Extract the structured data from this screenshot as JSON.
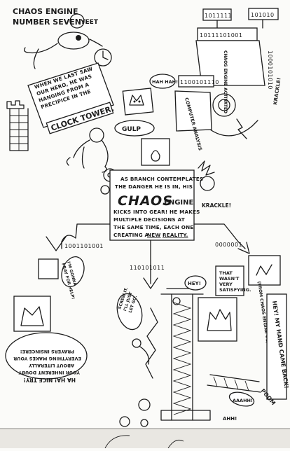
{
  "page": {
    "title_line1": "CHAOS ENGINE",
    "title_line2": "NUMBER SEVEN",
    "yeet": "YEET"
  },
  "caption_top": {
    "lines": [
      "WHEN WE LAST SAW",
      "OUR HERO, HE WAS",
      "HANGING FROM A",
      "PRECIPICE IN THE"
    ],
    "clock_tower": "CLOCK TOWER."
  },
  "sfx": {
    "gulp": "GULP",
    "krackle_right": "KRACKLE!",
    "krackle_mid": "KRACKLE!",
    "hah_hah": "HAH HAH!!"
  },
  "machine": {
    "bin_top_a": "1011111",
    "bin_top_b": "101010",
    "bin_mid": "10111101001",
    "bin_side": "1000101010",
    "bin_panel": "1100101110",
    "analysis_label": "COMPUTER ANALYSIS",
    "chaos_label": "CHAOS ENGINE ACTIVATED"
  },
  "main_caption": {
    "line1": "AS BRANCH CONTEMPLATES",
    "line2": "THE DANGER HE IS IN, HIS",
    "title_a": "CHAOS",
    "title_b": "ENGINE",
    "line3": "KICKS INTO GEAR! HE MAKES",
    "line4": "MULTIPLE DECISIONS AT",
    "line5": "THE SAME TIME, EACH ONE",
    "line6_a": "CREATING A",
    "line6_b": "NEW",
    "line6_c": "REALITY."
  },
  "branches": {
    "left_bin": "1001101001",
    "mid_bin": "110101011",
    "right_bin": "0000001"
  },
  "speech": {
    "gonna_pray": [
      "I'M GONNA",
      "PRAY FOR HELP!"
    ],
    "screw_it": [
      "SCREW IT.",
      "I'LL JUST",
      "LET GO."
    ],
    "hey": "HEY!",
    "wasnt_satisfying": [
      "THAT",
      "WASN'T",
      "VERY",
      "SATISFYING."
    ],
    "hand_back": "HEY! MY HAND CAME BACK!",
    "aaah": "AAAHH!",
    "poom": "POOM",
    "ahh": "AHH!"
  },
  "footnote": "(FROM CHAOS ENGINE #1)",
  "mirrored_caption": {
    "lines": [
      "HA HA! NICE TRY!",
      "YOUR INHERENT DOUBT",
      "ABOUT LITERALLY",
      "EVERYTHING MAKES YOUR",
      "PRAYERS INSINCERE!"
    ]
  }
}
